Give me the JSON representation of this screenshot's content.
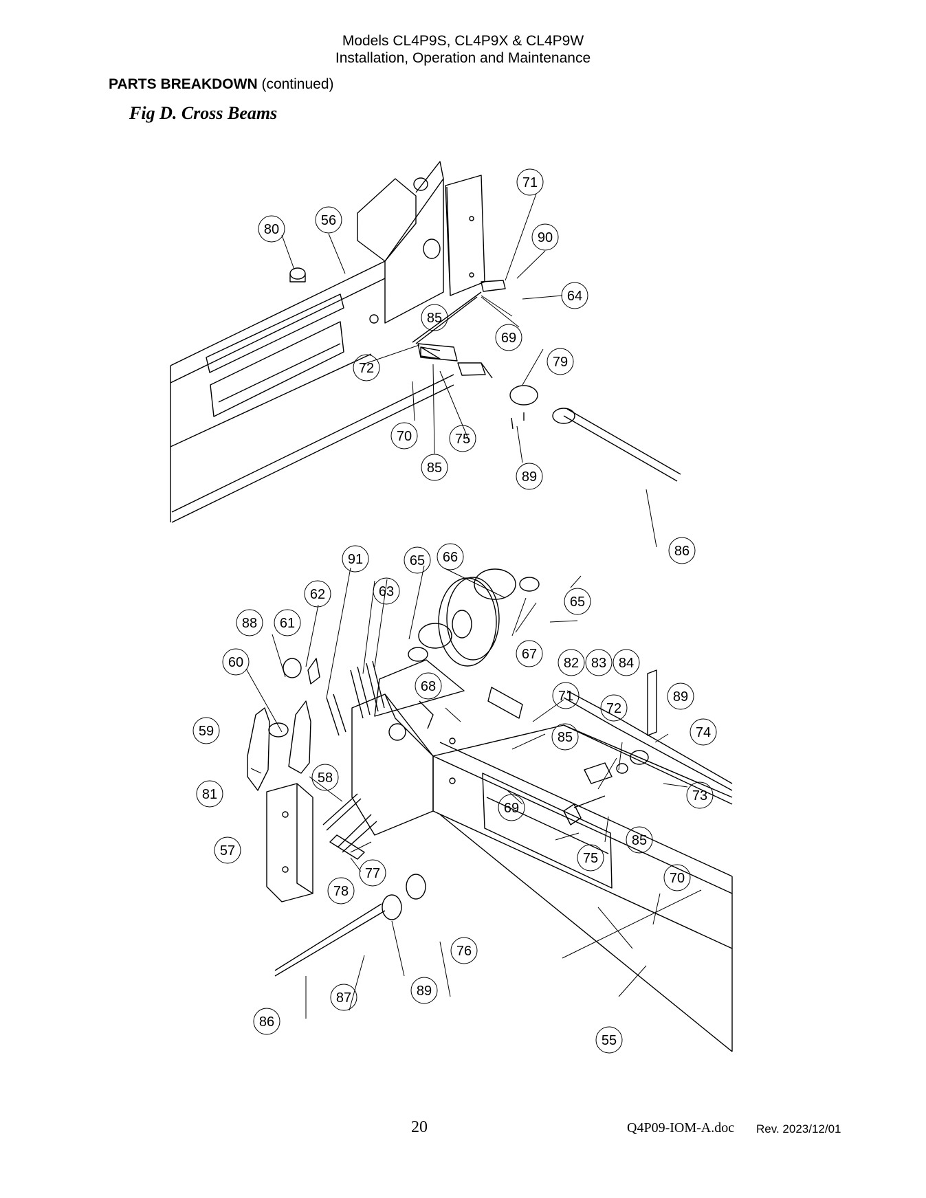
{
  "header": {
    "line1": "Models CL4P9S, CL4P9X & CL4P9W",
    "line2": "Installation, Operation and Maintenance"
  },
  "section": {
    "title": "PARTS BREAKDOWN",
    "suffix": "(continued)"
  },
  "figure": {
    "title": "Fig D.  Cross Beams",
    "upper_callouts": [
      "80",
      "56",
      "71",
      "90",
      "64",
      "85",
      "69",
      "72",
      "79",
      "70",
      "75",
      "85",
      "89",
      "86"
    ],
    "lower_callouts": [
      "91",
      "65",
      "66",
      "65",
      "62",
      "63",
      "88",
      "61",
      "67",
      "60",
      "82",
      "83",
      "84",
      "68",
      "71",
      "89",
      "72",
      "59",
      "74",
      "85",
      "73",
      "81",
      "58",
      "69",
      "85",
      "57",
      "75",
      "77",
      "78",
      "70",
      "76",
      "89",
      "87",
      "86",
      "55"
    ]
  },
  "footer": {
    "page_number": "20",
    "doc_ref": "Q4P09-IOM-A.doc",
    "revision": "Rev. 2023/12/01"
  }
}
